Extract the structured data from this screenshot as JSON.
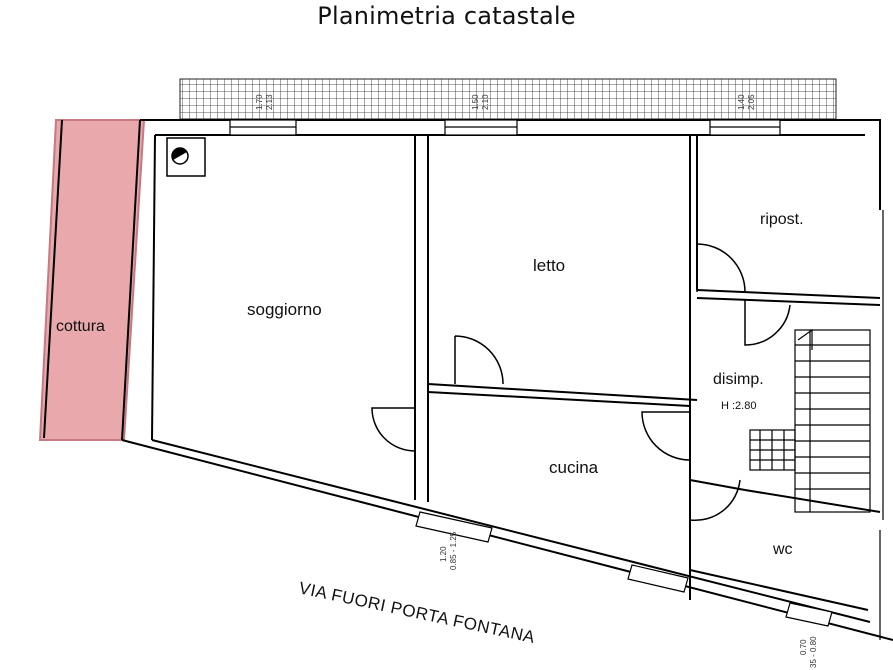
{
  "title": "Planimetria catastale",
  "rooms": {
    "cottura": "cottura",
    "soggiorno": "soggiorno",
    "letto": "letto",
    "ripost": "ripost.",
    "disimp": "disimp.",
    "height": "H :2.80",
    "cucina": "cucina",
    "wc": "wc"
  },
  "street": "VIA FUORI PORTA FONTANA",
  "dimensions": {
    "win1": "1.70",
    "win1b": "2.13",
    "win2": "1.50",
    "win2b": "2.10",
    "win3": "1.40",
    "win3b": "2.05",
    "win4": "1.20",
    "win4b": "0.85 - 1.25",
    "win5": "0.70",
    "win5b": "35 - 0.80"
  },
  "colors": {
    "cottura_fill": "#e8a8ac",
    "wall": "#000000"
  }
}
